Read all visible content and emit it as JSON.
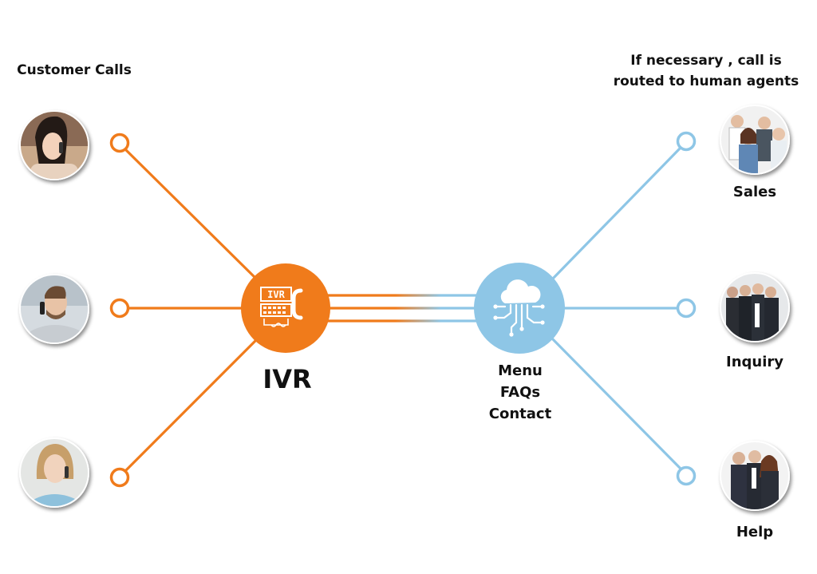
{
  "labels": {
    "customer_calls": "Customer Calls",
    "agents_note": "If necessary , call is routed to human agents",
    "ivr": "IVR",
    "ivr_icon_text": "IVR"
  },
  "cloud_options": [
    "Menu",
    "FAQs",
    "Contact"
  ],
  "agent_groups": [
    {
      "name": "Sales"
    },
    {
      "name": "Inquiry"
    },
    {
      "name": "Help"
    }
  ],
  "colors": {
    "orange": "#F07B1B",
    "blue": "#8EC6E6",
    "text": "#111111"
  },
  "icons": [
    "phone-icon",
    "cloud-network-icon",
    "customer-avatar",
    "agent-group-photo"
  ]
}
